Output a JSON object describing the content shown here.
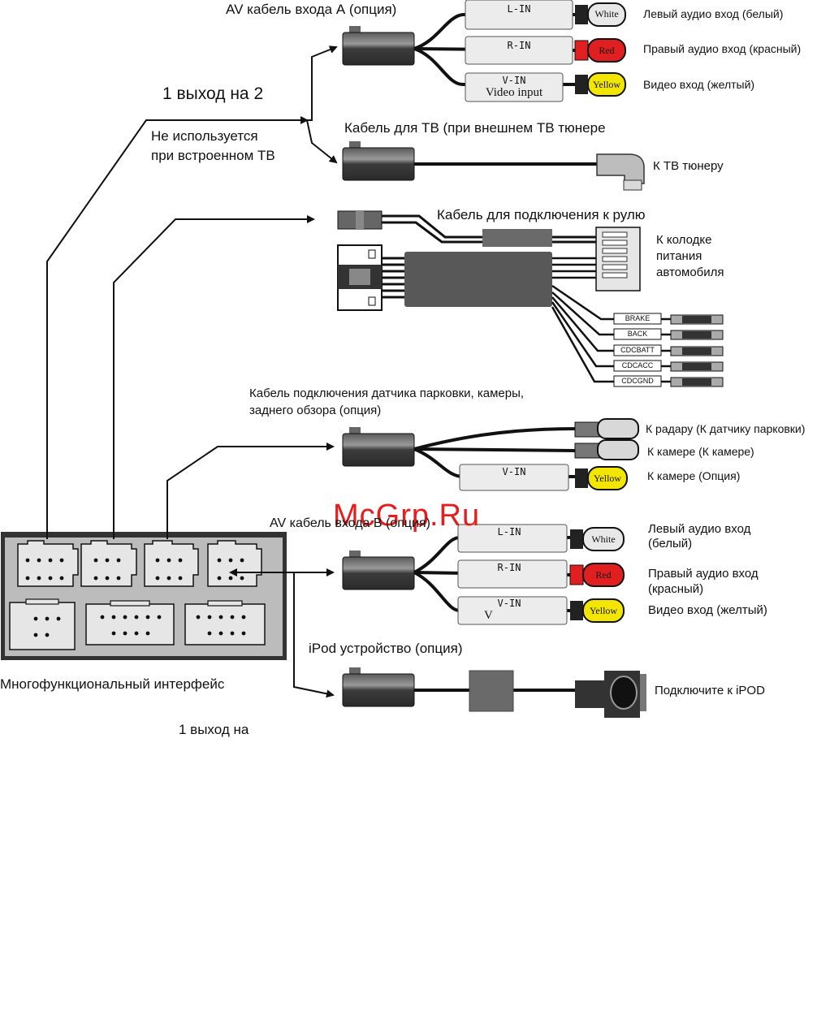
{
  "watermark": "McGrp.Ru",
  "arrow_labels": {
    "out_1_to_2": "1 выход на  2",
    "not_used_line1": "Не используется",
    "not_used_line2": "при встроенном ТВ",
    "out_1_bottom": "1 выход на"
  },
  "interface_label": "Многофункциональный интерфейс",
  "av_a": {
    "title": "AV кабель входа А (опция)",
    "boxes": [
      "L-IN",
      "R-IN",
      "V-IN"
    ],
    "box3_sub": "Video input",
    "plugs": [
      "White",
      "Red",
      "Yellow"
    ],
    "descriptions": [
      "Левый аудио вход (белый)",
      "Правый аудио вход (красный)",
      "Видео вход (желтый)"
    ]
  },
  "tv": {
    "title": "Кабель для ТВ (при внешнем ТВ тюнере",
    "end_label": "К ТВ тюнеру"
  },
  "steering": {
    "title": "Кабель для подключения к рулю"
  },
  "power": {
    "label_lines": [
      "К колодке",
      "питания",
      "автомобиля"
    ],
    "wire_tags": [
      "BRAKE",
      "BACK",
      "CDCBATT",
      "CDCACC",
      "CDCGND"
    ]
  },
  "parking": {
    "title_line1": "Кабель подключения датчика парковки, камеры,",
    "title_line2": "заднего обзора (опция)",
    "box": "V-IN",
    "plug": "Yellow",
    "descriptions": [
      "К радару  (К датчику парковки)",
      "К камере  (К камере)",
      "К камере   (Опция)"
    ]
  },
  "av_b": {
    "title": "AV кабель входа В (опция)",
    "boxes": [
      "L-IN",
      "R-IN",
      "V-IN"
    ],
    "box3_sub": "V",
    "plugs": [
      "White",
      "Red",
      "Yellow"
    ],
    "descriptions": [
      [
        "Левый аудио вход",
        "(белый)"
      ],
      [
        "Правый аудио вход",
        "(красный)"
      ],
      [
        "Видео вход (желтый)"
      ]
    ]
  },
  "ipod": {
    "title": "iPod устройство (опция)",
    "end_label": "Подключите к iPOD"
  },
  "colors": {
    "housing": "#3a3a3a",
    "connector_fill": "#d8d8d8",
    "label_box": "#ececec",
    "white_plug": "#e8e8e8",
    "red_plug": "#e02020",
    "yellow_plug": "#f2e600",
    "watermark": "#e81c1c"
  }
}
